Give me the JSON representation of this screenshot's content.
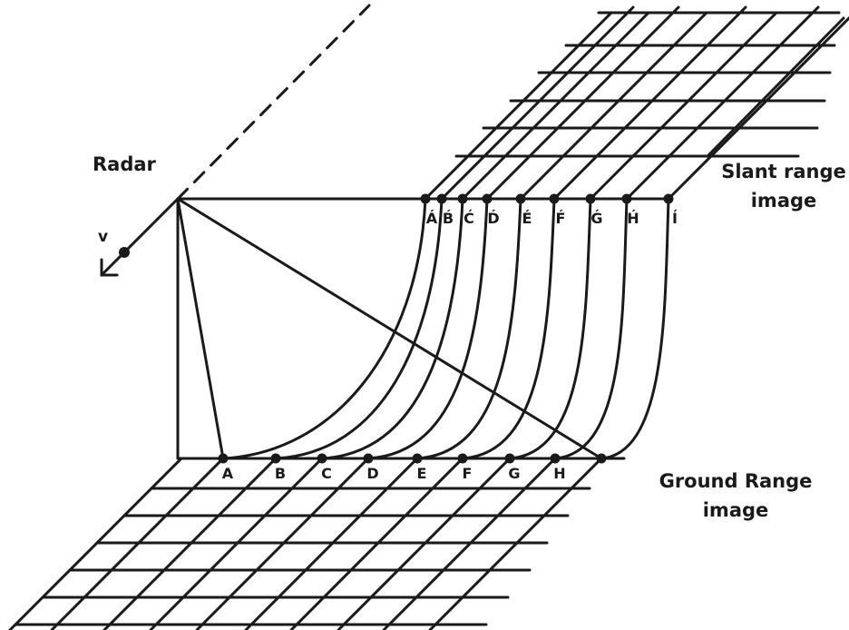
{
  "labels": {
    "radar": "Radar",
    "velocity": "v",
    "slant_range_line1": "Slant range",
    "slant_range_line2": "image",
    "ground_range_line1": "Ground Range",
    "ground_range_line2": "image"
  },
  "slant_points": [
    "Á",
    "B́",
    "Ć",
    "D́",
    "É",
    "F́",
    "Ǵ",
    "H́",
    "Í"
  ],
  "ground_points": [
    "A",
    "B",
    "C",
    "D",
    "E",
    "F",
    "G",
    "H"
  ],
  "colors": {
    "ink": "#1a1a1a",
    "background": "#ffffff"
  }
}
